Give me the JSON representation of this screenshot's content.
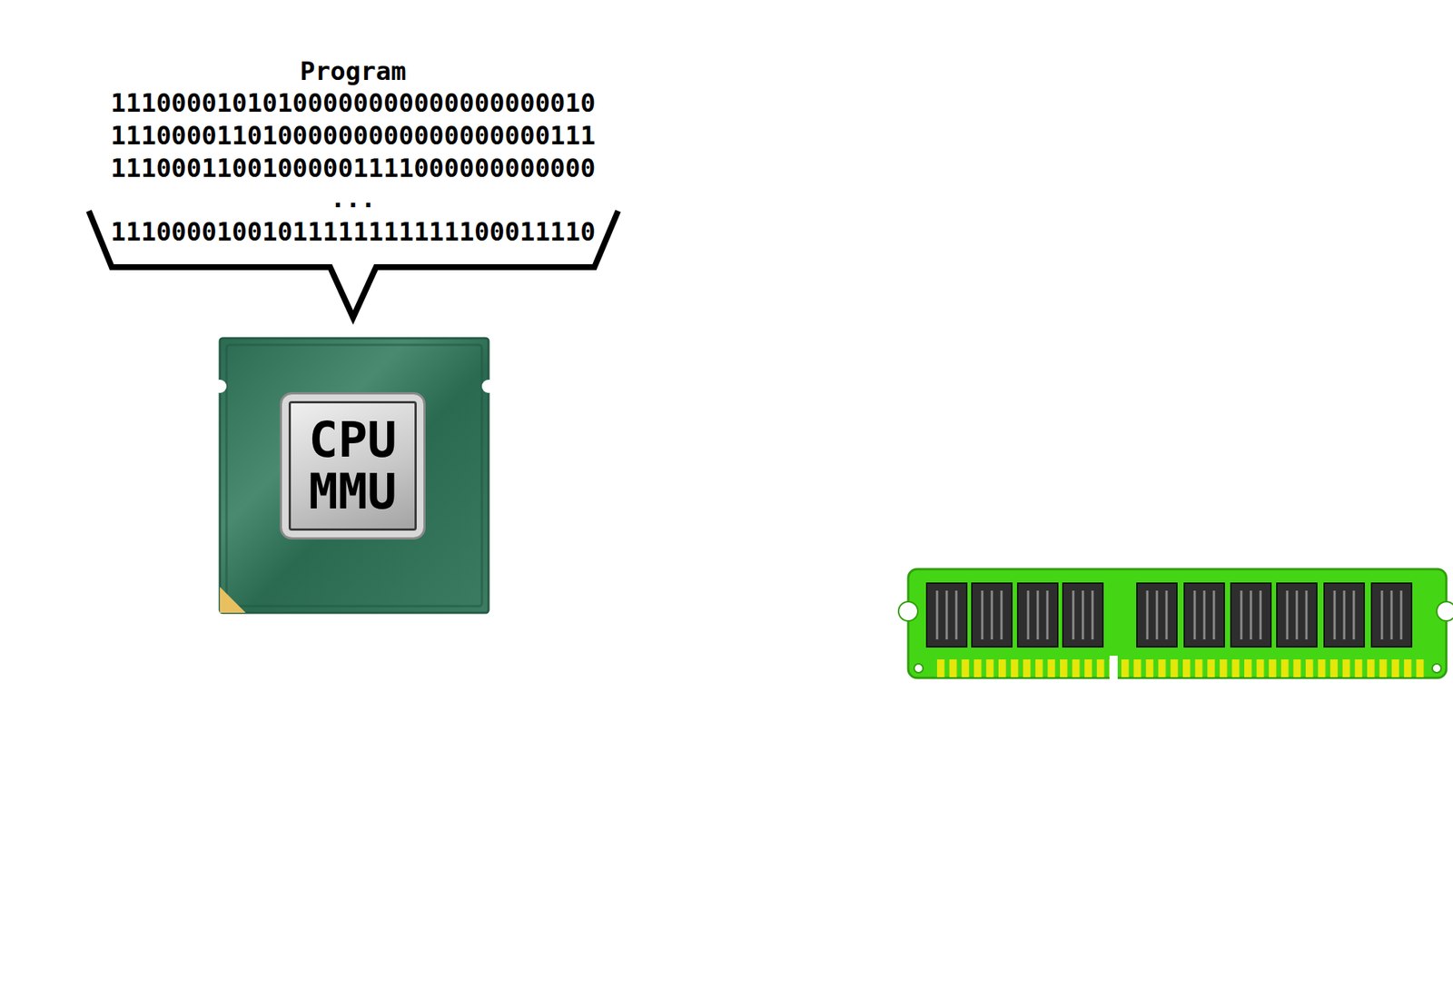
{
  "diagram": {
    "nodes": [
      {
        "text": [
          "CPU",
          "MMU"
        ]
      }
    ],
    "edges": [],
    "labels": [
      "Program",
      "11100001010100000000000000000010",
      "11100001101000000000000000000111",
      "11100011001000001111000000000000",
      "...",
      "11100001001011111111111100011110"
    ]
  }
}
